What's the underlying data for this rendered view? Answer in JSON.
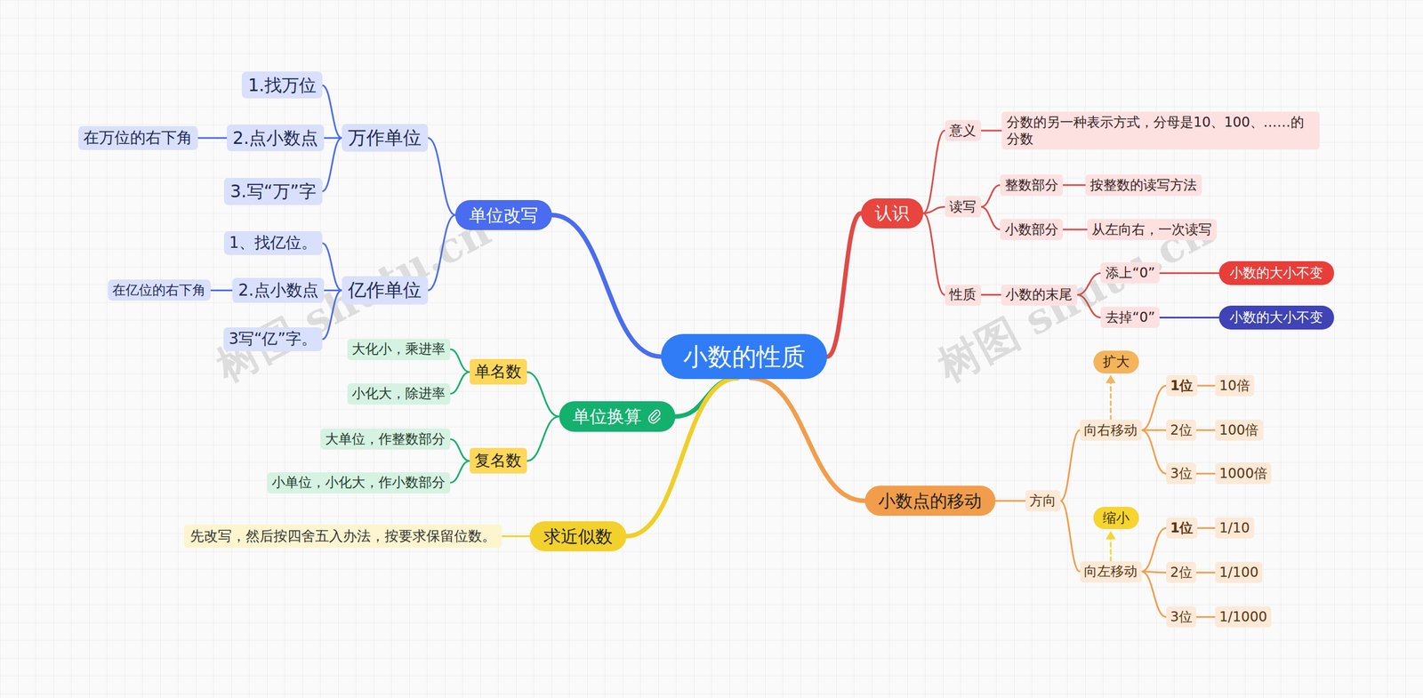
{
  "diagram": {
    "nodes": [
      {
        "text": [
          "小数的性质"
        ]
      },
      {
        "text": [
          "单位改写"
        ]
      },
      {
        "text": [
          "万作单位"
        ]
      },
      {
        "text": [
          "1.找万位"
        ]
      },
      {
        "text": [
          "2.点小数点"
        ]
      },
      {
        "text": [
          "在万位的右下角"
        ]
      },
      {
        "text": [
          "3.写“万”字"
        ]
      },
      {
        "text": [
          "亿作单位"
        ]
      },
      {
        "text": [
          "1、找亿位。"
        ]
      },
      {
        "text": [
          "2.点小数点"
        ]
      },
      {
        "text": [
          "在亿位的右下角"
        ]
      },
      {
        "text": [
          "3写“亿”字。"
        ]
      },
      {
        "text": [
          "单位换算"
        ]
      },
      {
        "text": [
          "单名数"
        ]
      },
      {
        "text": [
          "大化小，乘进率"
        ]
      },
      {
        "text": [
          "小化大，除进率"
        ]
      },
      {
        "text": [
          "复名数"
        ]
      },
      {
        "text": [
          "大单位，作整数部分"
        ]
      },
      {
        "text": [
          "小单位，小化大，作小数部分"
        ]
      },
      {
        "text": [
          "求近似数"
        ]
      },
      {
        "text": [
          "先改写，然后按四舍五入办法，按要求保留位数。"
        ]
      },
      {
        "text": [
          "认识"
        ]
      },
      {
        "text": [
          "意义"
        ]
      },
      {
        "text": [
          "分数的另一种表示方式，分母是10、100、……的分数"
        ]
      },
      {
        "text": [
          "读写"
        ]
      },
      {
        "text": [
          "整数部分"
        ]
      },
      {
        "text": [
          "按整数的读写方法"
        ]
      },
      {
        "text": [
          "小数部分"
        ]
      },
      {
        "text": [
          "从左向右，一次读写"
        ]
      },
      {
        "text": [
          "性质"
        ]
      },
      {
        "text": [
          "小数的末尾"
        ]
      },
      {
        "text": [
          "添上“0”"
        ]
      },
      {
        "text": [
          "小数的大小不变"
        ]
      },
      {
        "text": [
          "去掉“0”"
        ]
      },
      {
        "text": [
          "小数的大小不变"
        ]
      },
      {
        "text": [
          "小数点的移动"
        ]
      },
      {
        "text": [
          "方向"
        ]
      },
      {
        "text": [
          "向右移动"
        ]
      },
      {
        "text": [
          "扩大"
        ]
      },
      {
        "text": [
          "1位"
        ]
      },
      {
        "text": [
          "10倍"
        ]
      },
      {
        "text": [
          "2位"
        ]
      },
      {
        "text": [
          "100倍"
        ]
      },
      {
        "text": [
          "3位"
        ]
      },
      {
        "text": [
          "1000倍"
        ]
      },
      {
        "text": [
          "向左移动"
        ]
      },
      {
        "text": [
          "缩小"
        ]
      },
      {
        "text": [
          "1位"
        ]
      },
      {
        "text": [
          "1/10"
        ]
      },
      {
        "text": [
          "2位"
        ]
      },
      {
        "text": [
          "1/100"
        ]
      },
      {
        "text": [
          "3位"
        ]
      },
      {
        "text": [
          "1/1000"
        ]
      }
    ],
    "edges": [
      {
        "from": 0,
        "to": 1,
        "arrow": "none"
      },
      {
        "from": 1,
        "to": 2,
        "arrow": "none"
      },
      {
        "from": 2,
        "to": 3,
        "arrow": "none"
      },
      {
        "from": 2,
        "to": 4,
        "arrow": "none"
      },
      {
        "from": 4,
        "to": 5,
        "arrow": "none"
      },
      {
        "from": 2,
        "to": 6,
        "arrow": "none"
      },
      {
        "from": 1,
        "to": 7,
        "arrow": "none"
      },
      {
        "from": 7,
        "to": 8,
        "arrow": "none"
      },
      {
        "from": 7,
        "to": 9,
        "arrow": "none"
      },
      {
        "from": 9,
        "to": 10,
        "arrow": "none"
      },
      {
        "from": 7,
        "to": 11,
        "arrow": "none"
      },
      {
        "from": 0,
        "to": 12,
        "arrow": "none"
      },
      {
        "from": 12,
        "to": 13,
        "arrow": "none"
      },
      {
        "from": 13,
        "to": 14,
        "arrow": "none"
      },
      {
        "from": 13,
        "to": 15,
        "arrow": "none"
      },
      {
        "from": 12,
        "to": 16,
        "arrow": "none"
      },
      {
        "from": 16,
        "to": 17,
        "arrow": "none"
      },
      {
        "from": 16,
        "to": 18,
        "arrow": "none"
      },
      {
        "from": 0,
        "to": 19,
        "arrow": "none"
      },
      {
        "from": 19,
        "to": 20,
        "arrow": "none"
      },
      {
        "from": 0,
        "to": 21,
        "arrow": "none"
      },
      {
        "from": 21,
        "to": 22,
        "arrow": "none"
      },
      {
        "from": 22,
        "to": 23,
        "arrow": "none"
      },
      {
        "from": 21,
        "to": 24,
        "arrow": "none"
      },
      {
        "from": 24,
        "to": 25,
        "arrow": "none"
      },
      {
        "from": 25,
        "to": 26,
        "arrow": "none"
      },
      {
        "from": 24,
        "to": 27,
        "arrow": "none"
      },
      {
        "from": 27,
        "to": 28,
        "arrow": "none"
      },
      {
        "from": 21,
        "to": 29,
        "arrow": "none"
      },
      {
        "from": 29,
        "to": 30,
        "arrow": "none"
      },
      {
        "from": 30,
        "to": 31,
        "arrow": "none"
      },
      {
        "from": 31,
        "to": 32,
        "arrow": "none"
      },
      {
        "from": 30,
        "to": 33,
        "arrow": "none"
      },
      {
        "from": 33,
        "to": 34,
        "arrow": "none"
      },
      {
        "from": 0,
        "to": 35,
        "arrow": "none"
      },
      {
        "from": 35,
        "to": 36,
        "arrow": "none"
      },
      {
        "from": 36,
        "to": 37,
        "arrow": "none"
      },
      {
        "from": 37,
        "to": 38,
        "arrow": "to"
      },
      {
        "from": 37,
        "to": 39,
        "arrow": "none"
      },
      {
        "from": 39,
        "to": 40,
        "arrow": "none"
      },
      {
        "from": 37,
        "to": 41,
        "arrow": "none"
      },
      {
        "from": 41,
        "to": 42,
        "arrow": "none"
      },
      {
        "from": 37,
        "to": 43,
        "arrow": "none"
      },
      {
        "from": 43,
        "to": 44,
        "arrow": "none"
      },
      {
        "from": 36,
        "to": 45,
        "arrow": "none"
      },
      {
        "from": 45,
        "to": 46,
        "arrow": "to"
      },
      {
        "from": 45,
        "to": 47,
        "arrow": "none"
      },
      {
        "from": 47,
        "to": 48,
        "arrow": "none"
      },
      {
        "from": 45,
        "to": 49,
        "arrow": "none"
      },
      {
        "from": 49,
        "to": 50,
        "arrow": "none"
      },
      {
        "from": 45,
        "to": 51,
        "arrow": "none"
      },
      {
        "from": 51,
        "to": 52,
        "arrow": "none"
      }
    ],
    "labels": [
      "树图 shutu.cn",
      "树图 shutu.cn"
    ]
  }
}
